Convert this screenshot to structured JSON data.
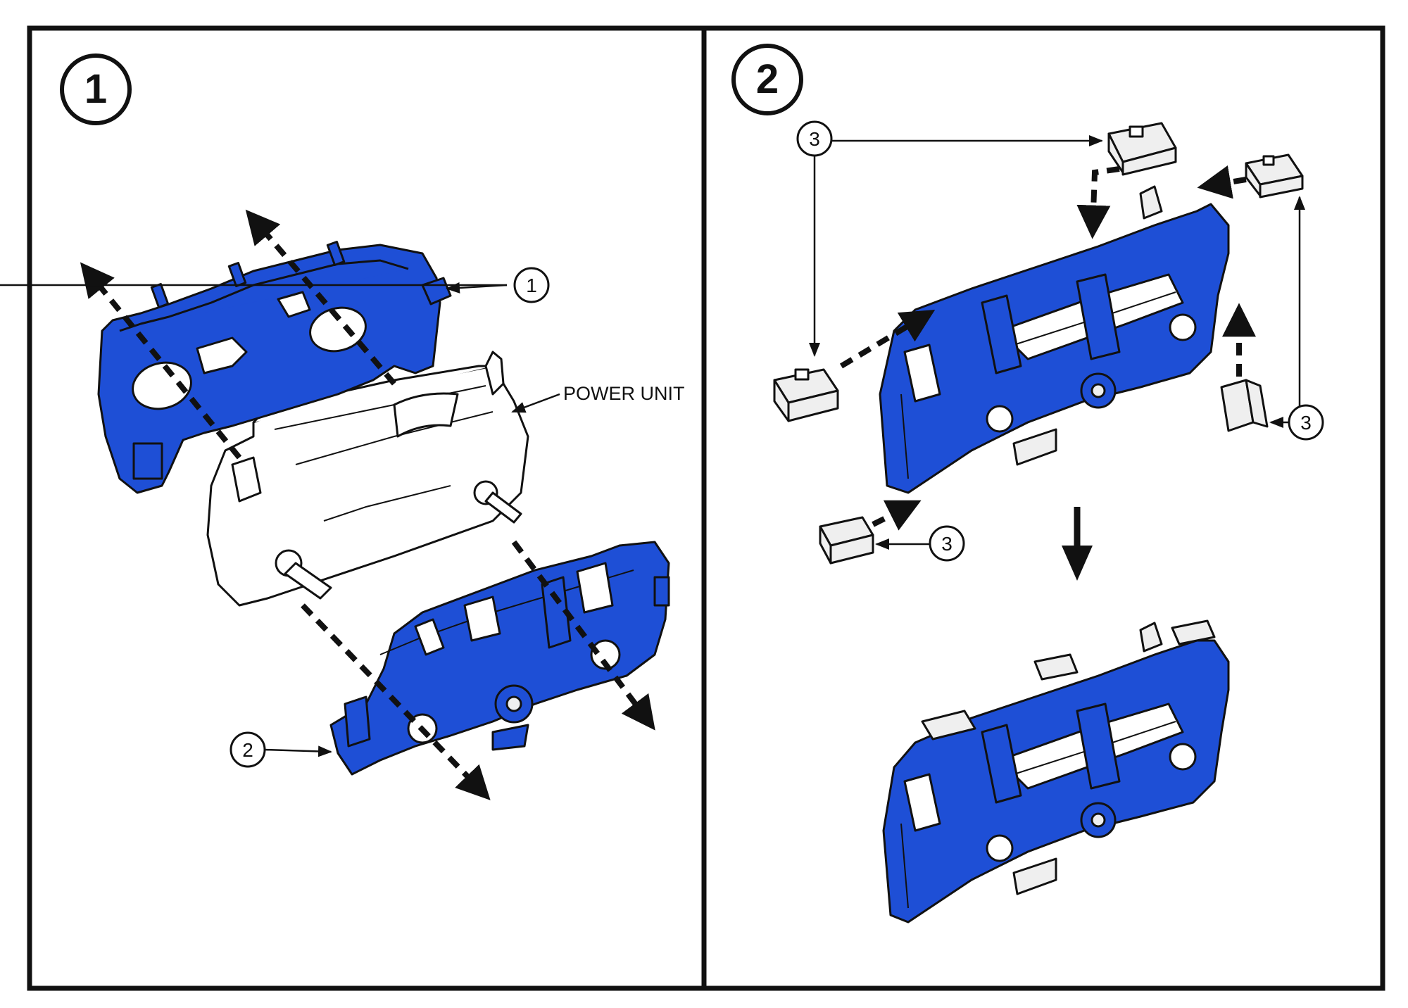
{
  "panels": [
    {
      "step_number": "1",
      "callouts": [
        "1",
        "2"
      ],
      "label": "POWER UNIT"
    },
    {
      "step_number": "2",
      "callouts": [
        "3",
        "3",
        "3"
      ]
    }
  ],
  "colors": {
    "part_blue": "#1e4fd6",
    "line": "#111111",
    "background": "#ffffff"
  }
}
